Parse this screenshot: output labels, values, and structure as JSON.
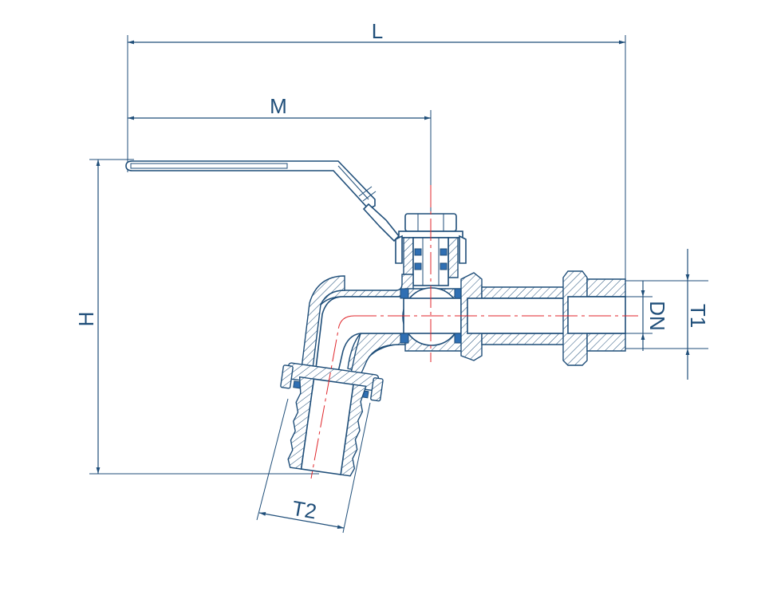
{
  "dimensions": {
    "L": "L",
    "M": "M",
    "H": "H",
    "DN": "DN",
    "T1": "T1",
    "T2": "T2"
  },
  "colors": {
    "line": "#1f4e79",
    "centerline": "#e0262b",
    "seal": "#2f6fb3"
  }
}
